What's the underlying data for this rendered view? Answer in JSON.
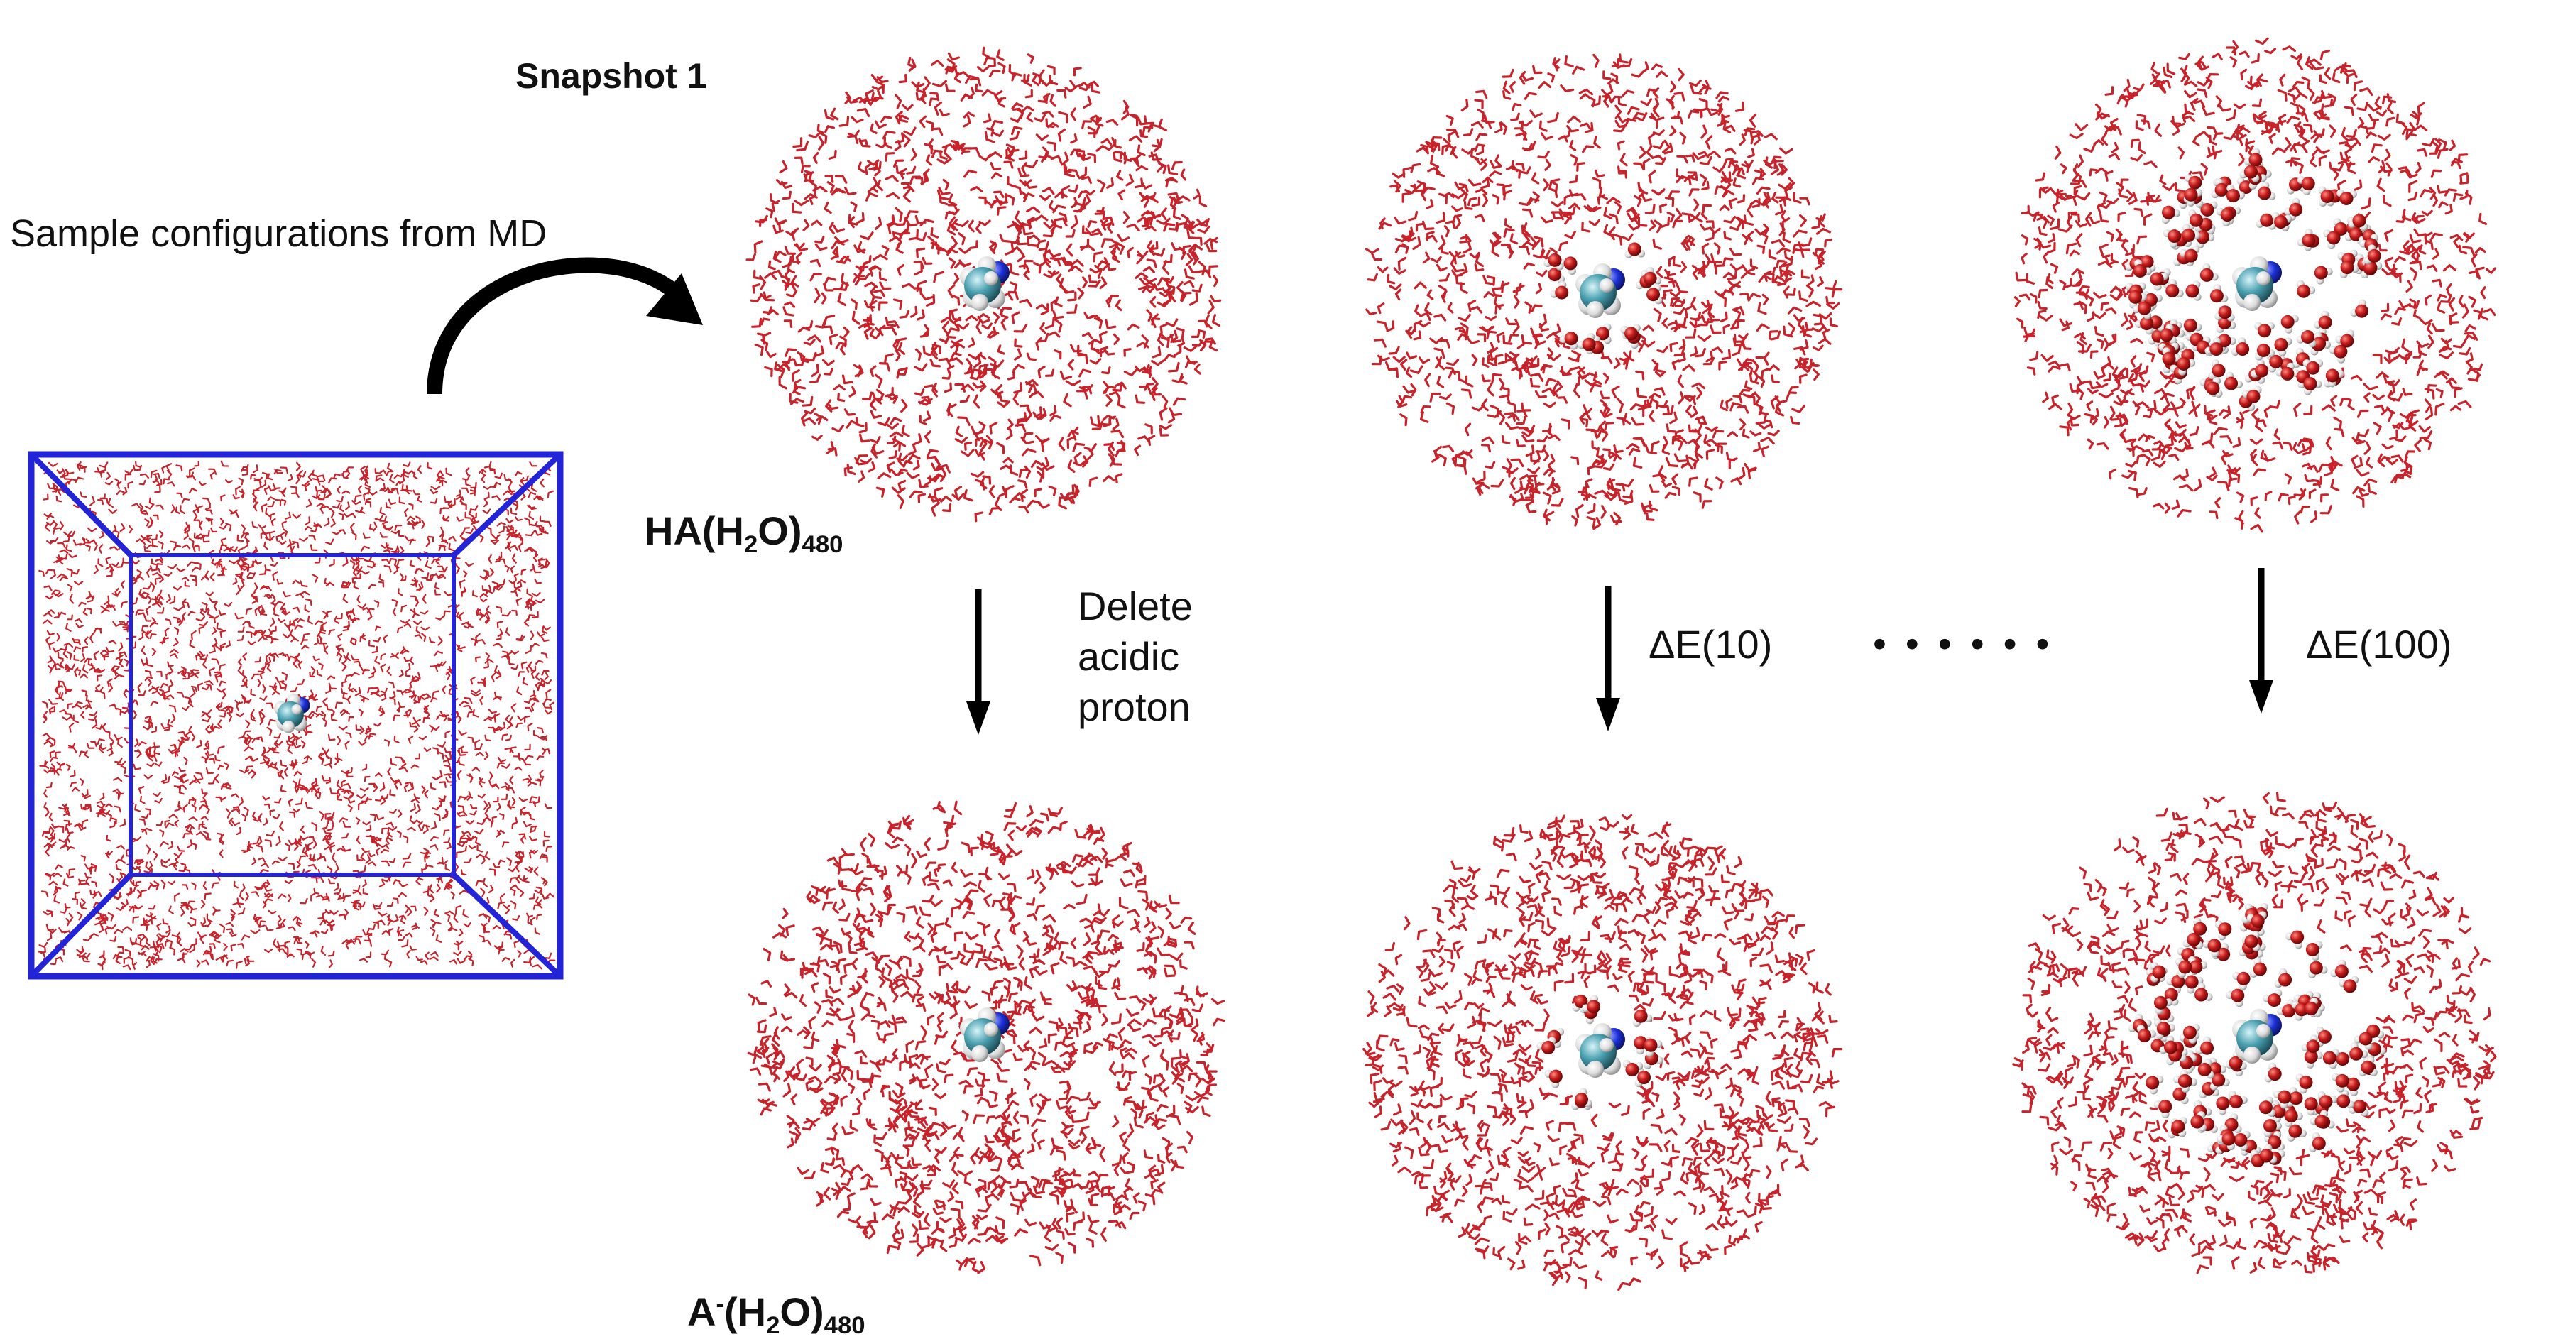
{
  "labels": {
    "snapshot": "Snapshot 1",
    "sample": "Sample configurations from MD",
    "ha_prefix": "HA(H",
    "ha_sub": "2",
    "ha_mid": "O)",
    "ha_count": "480",
    "a_prefix": "A",
    "a_charge": "-",
    "a_mid": "(H",
    "a_sub": "2",
    "a_mid2": "O)",
    "a_count": "480",
    "delete_line1": "Delete",
    "delete_line2": "acidic",
    "delete_line3": "proton",
    "de10": "ΔE(10)",
    "de100": "ΔE(100)",
    "ellipsis": "• • • • • •"
  },
  "colors": {
    "water": "#c8232a",
    "box": "#2323d8",
    "oxygen": "#c21a1a",
    "hydrogen": "#e8e8e8",
    "carbon": "#4aa0b0",
    "nitrogen": "#1c2fd6",
    "arrow": "#000000"
  }
}
